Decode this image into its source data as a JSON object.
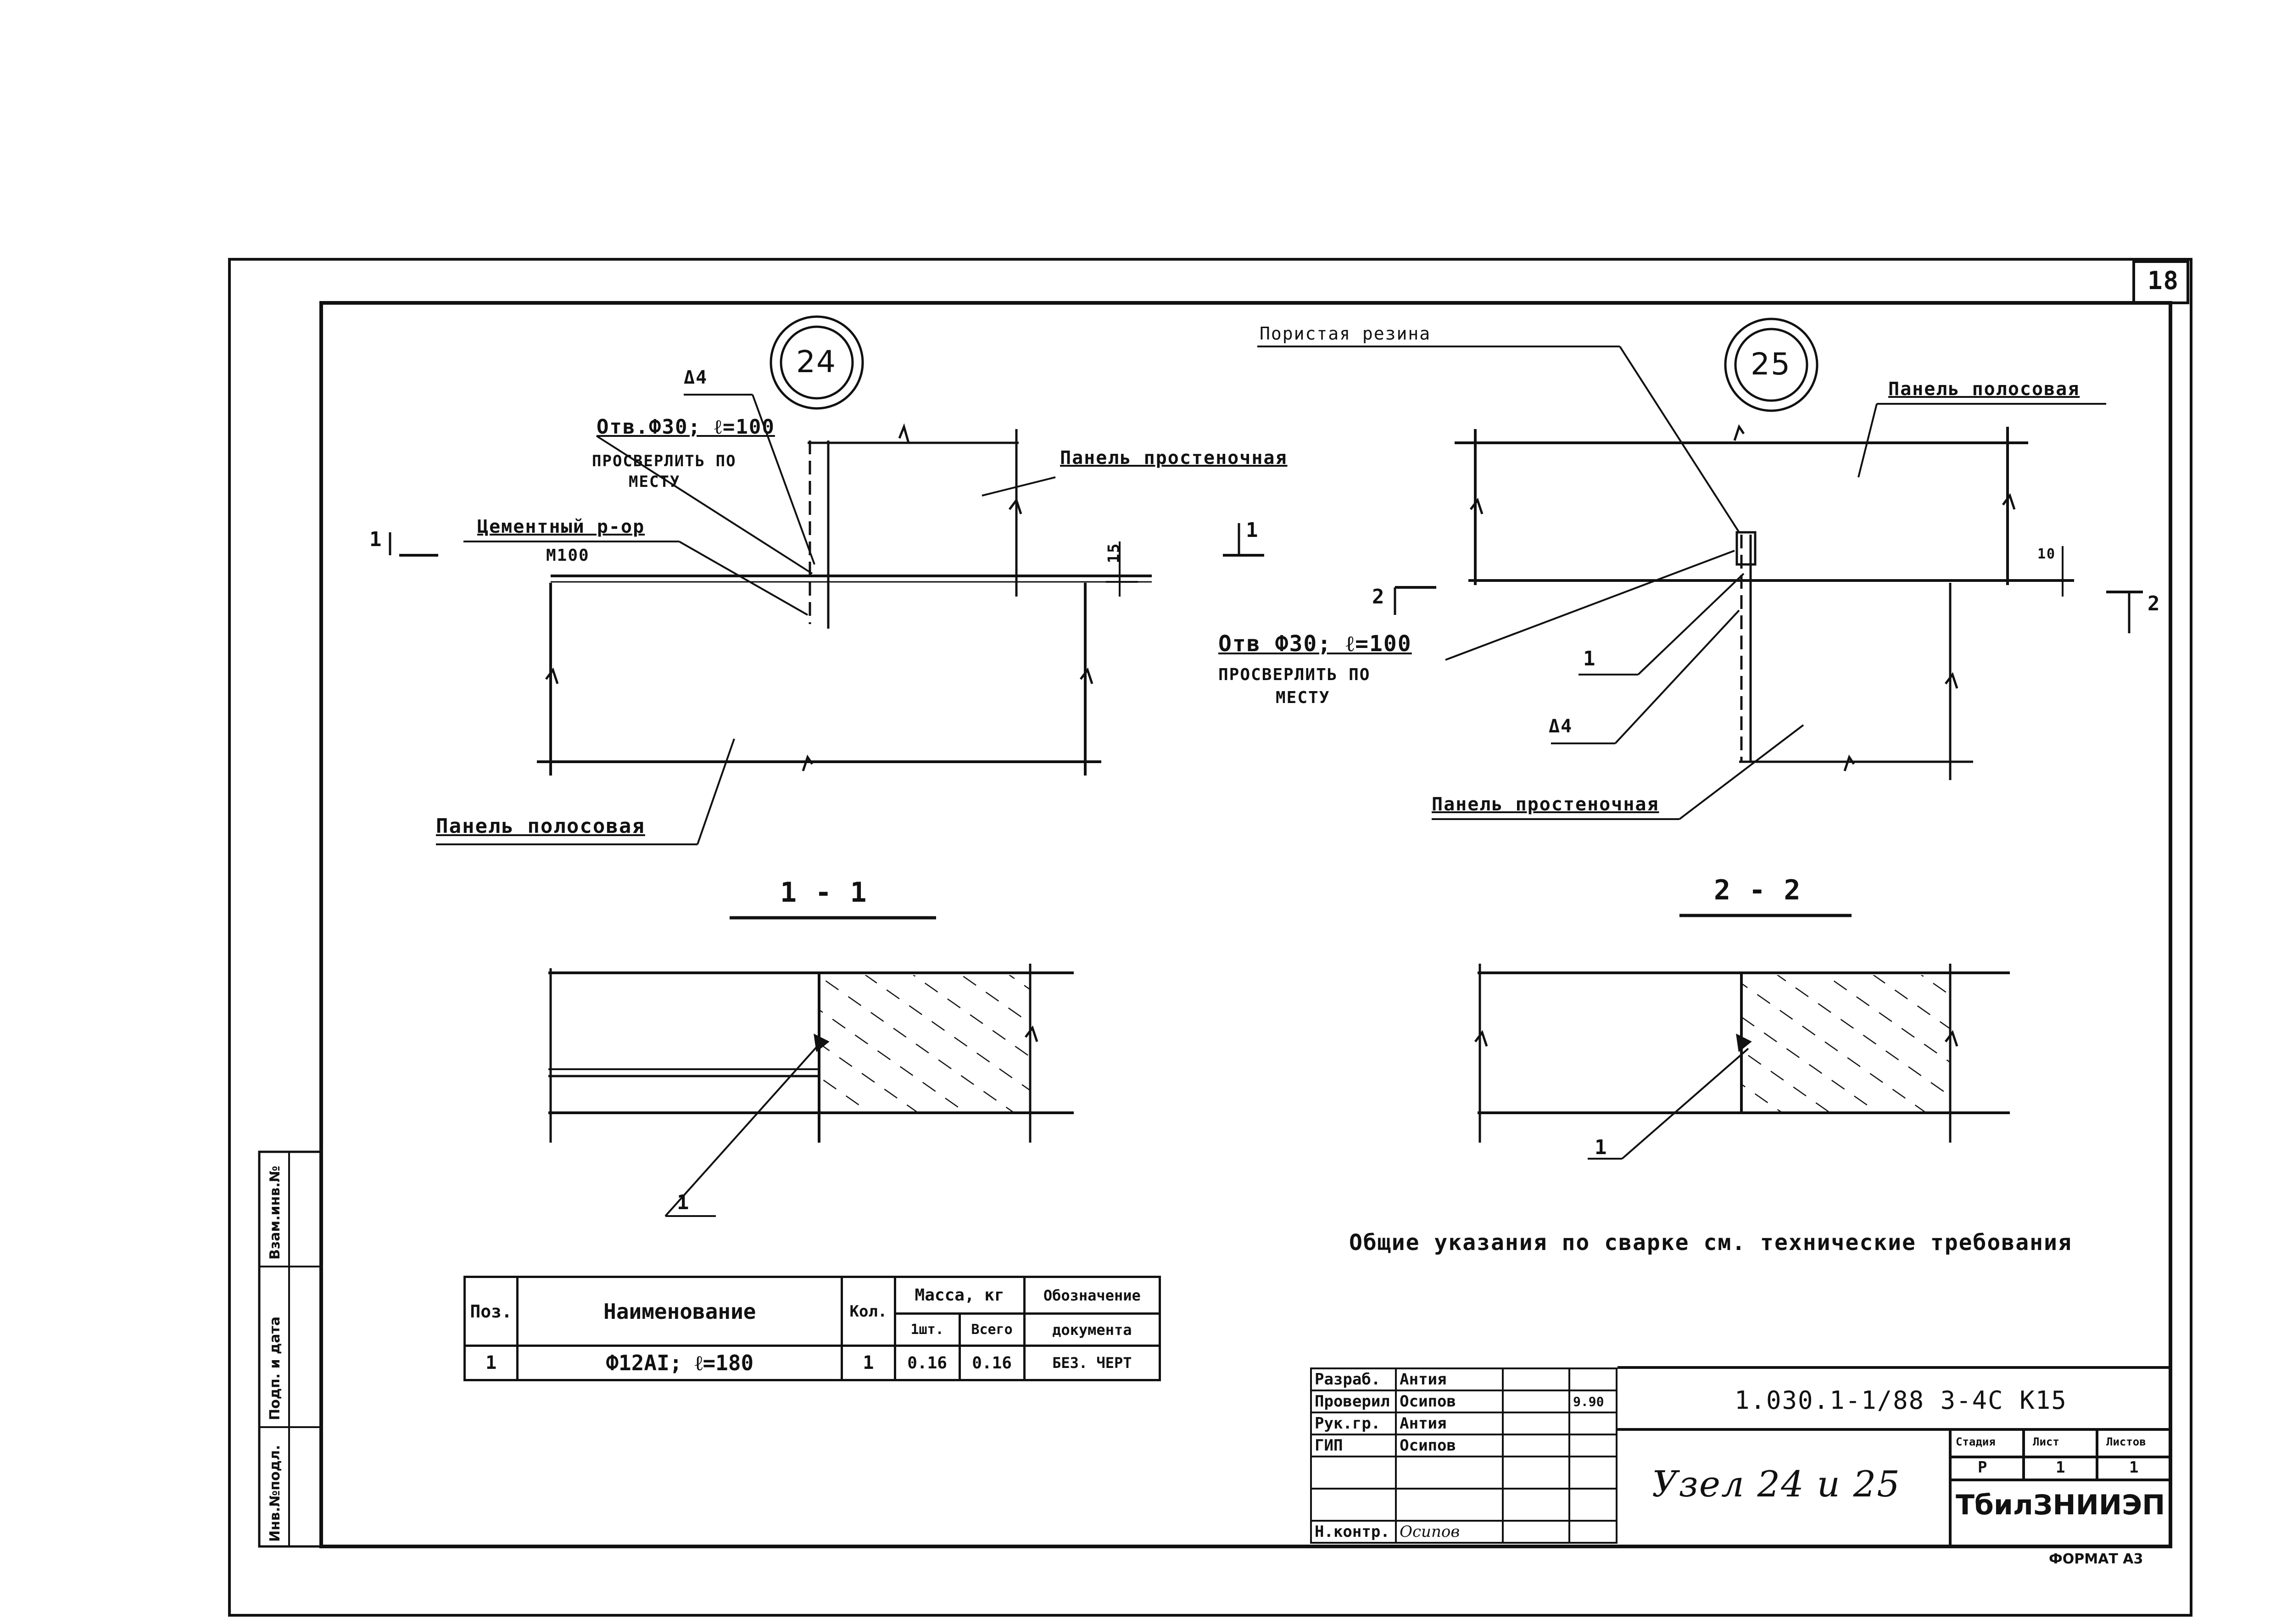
{
  "sheet_number": "18",
  "node_24": {
    "marker": "24",
    "label_delta": "Δ4",
    "hole_line1": "Отв.Ф30; ℓ=100",
    "hole_line2": "ПРОСВЕРЛИТЬ ПО",
    "hole_line3": "МЕСТУ",
    "mortar_line1": "Цементный р-ор",
    "mortar_line2": "М100",
    "panel_top": "Панель простеночная",
    "panel_bottom": "Панель полосовая",
    "dim_15": "15",
    "cut_mark_left": "1",
    "cut_mark_right": "1"
  },
  "node_25": {
    "marker": "25",
    "rubber": "Пористая резина",
    "panel_top": "Панель полосовая",
    "hole_line1": "Отв Ф30; ℓ=100",
    "hole_line2": "ПРОСВЕРЛИТЬ ПО",
    "hole_line3": "МЕСТУ",
    "callout_1": "1",
    "label_delta": "Δ4",
    "panel_bottom": "Панель простеночная",
    "dim_10": "10",
    "cut_mark_left": "2",
    "cut_mark_right": "2"
  },
  "section_1": {
    "title": "1 - 1",
    "callout": "1"
  },
  "section_2": {
    "title": "2 - 2",
    "callout": "1"
  },
  "general_note": "Общие указания по сварке см. технические требования",
  "spec_table": {
    "headers": {
      "pos": "Поз.",
      "name": "Наименование",
      "qty": "Кол.",
      "mass": "Масса, кг",
      "mass_one": "1шт.",
      "mass_total": "Всего",
      "designation_line1": "Обозначение",
      "designation_line2": "документа"
    },
    "row": {
      "pos": "1",
      "name": "Ф12АI; ℓ=180",
      "qty": "1",
      "mass_one": "0.16",
      "mass_total": "0.16",
      "designation": "БЕЗ. ЧЕРТ"
    }
  },
  "stamp": {
    "rows": [
      {
        "role": "Разраб.",
        "name": "Антия"
      },
      {
        "role": "Проверил",
        "name": "Осипов",
        "date": "9.90"
      },
      {
        "role": "Рук.гр.",
        "name": "Антия"
      },
      {
        "role": "ГИП",
        "name": "Осипов"
      },
      {
        "role": "Н.контр.",
        "name": "Осипов"
      }
    ],
    "doc_code": "1.030.1-1/88 3-4С  К15",
    "title": "Узел 24 и 25",
    "stage_label": "Стадия",
    "sheet_label": "Лист",
    "sheets_label": "Листов",
    "stage": "Р",
    "sheet": "1",
    "sheets": "1",
    "org": "ТбилЗНИИЭП"
  },
  "side_columns": [
    "Инв.№подл.",
    "Подп. и дата",
    "Взам.инв.№"
  ],
  "format": "ФОРМАТ А3"
}
